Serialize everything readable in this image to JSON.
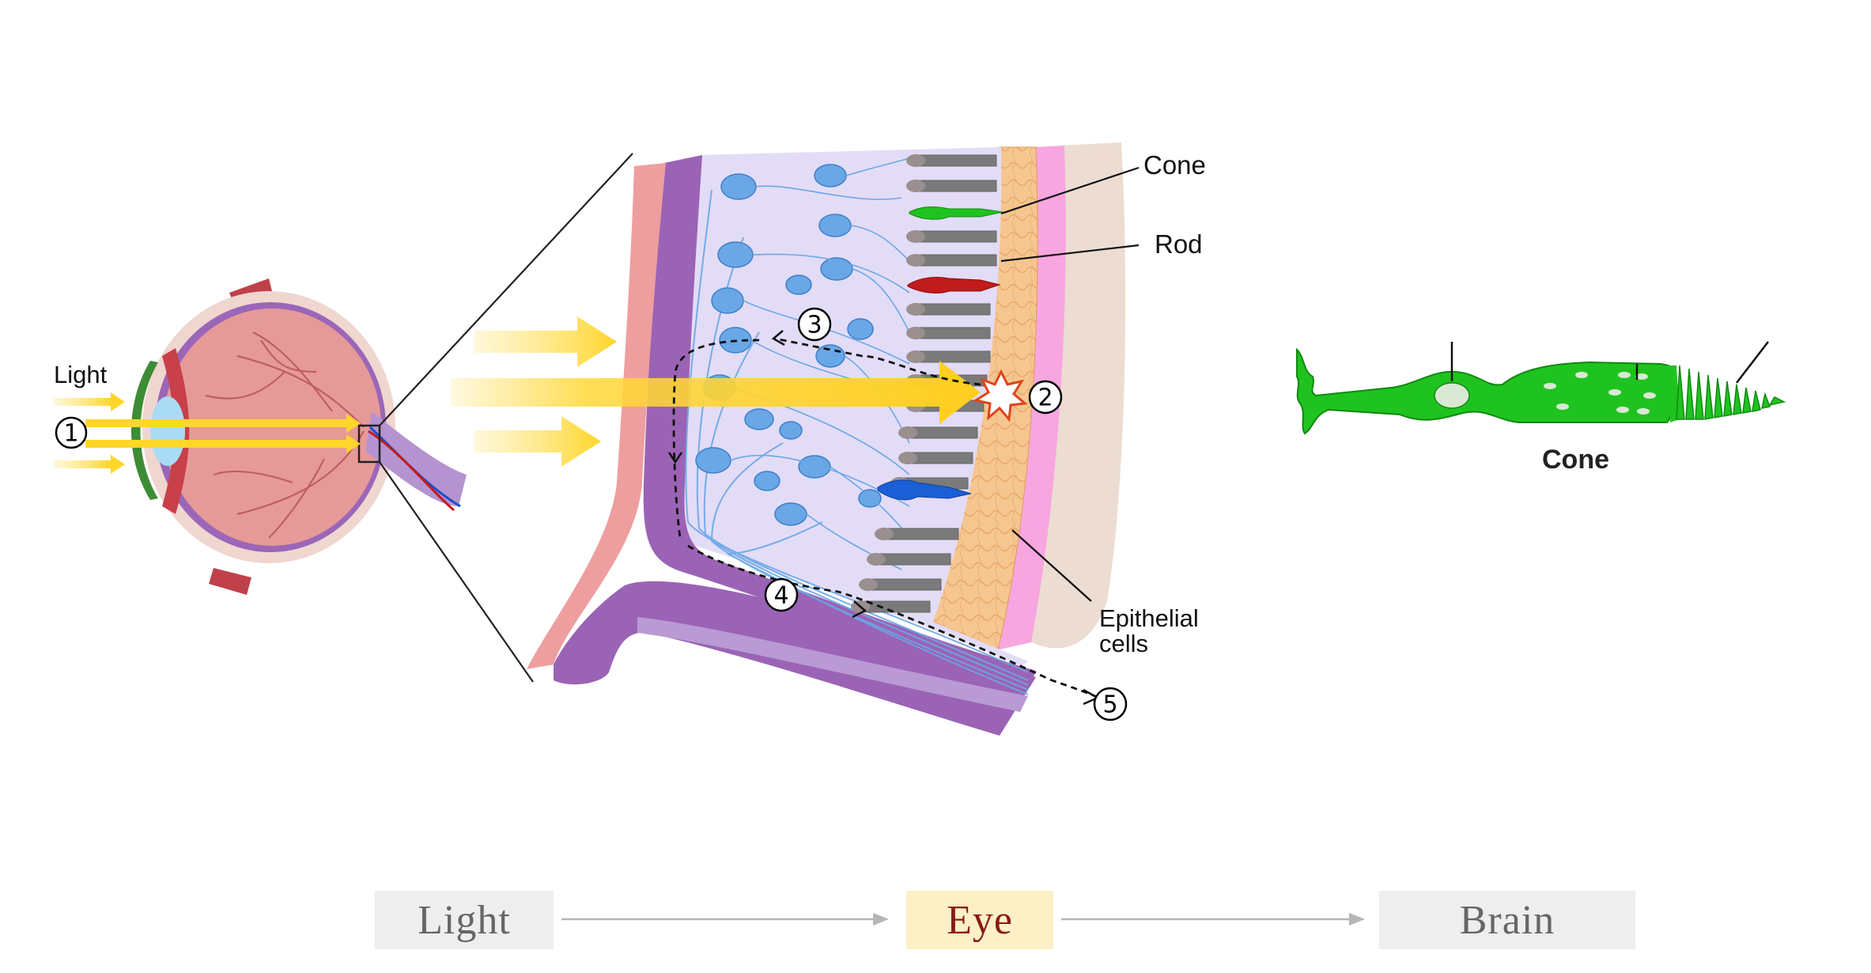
{
  "labels": {
    "light": "Light",
    "cone": "Cone",
    "rod": "Rod",
    "epithelial_line1": "Epithelial",
    "epithelial_line2": "cells",
    "cone_caption": "Cone"
  },
  "step_markers": [
    "1",
    "2",
    "3",
    "4",
    "5"
  ],
  "flow": {
    "steps": [
      "Light",
      "Eye",
      "Brain"
    ],
    "active_step": "Eye"
  },
  "colors": {
    "light_ray": "#ffd83a",
    "cone_green": "#1fc31f",
    "cone_red": "#c11b1b",
    "cone_blue": "#1b5fd6",
    "rod_gray": "#7a7a7a",
    "neuron_blue": "#6aa7e6",
    "retina_lilac": "#e3dcf7",
    "choroid_pink": "#f7a6e0",
    "epithelium_orange": "#f6c690",
    "sclera_beige": "#ecdcd2",
    "flow_active_bg": "#fdf0c6",
    "flow_active_text": "#8b1a1a"
  }
}
